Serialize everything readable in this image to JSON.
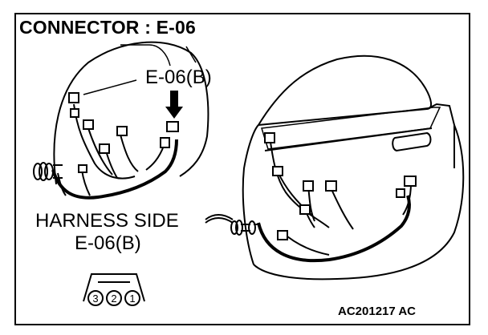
{
  "title": "CONNECTOR : E-06",
  "connector_callout": "E-06(B)",
  "harness_side": {
    "heading": "HARNESS SIDE",
    "connector_id": "E-06(B)"
  },
  "pins": [
    "3",
    "2",
    "1"
  ],
  "figure_code": "AC201217 AC"
}
